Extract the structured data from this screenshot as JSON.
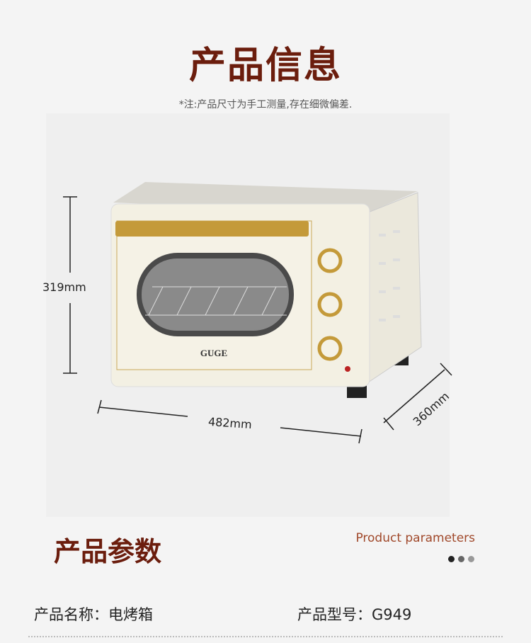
{
  "header": {
    "title": "产品信息",
    "note": "*注:产品尺寸为手工测量,存在细微偏差."
  },
  "product": {
    "brand": "GUGE",
    "height": "319mm",
    "width": "482mm",
    "depth": "360mm"
  },
  "params": {
    "title": "产品参数",
    "subtitle": "Product parameters",
    "dots": [
      "#222222",
      "#666666",
      "#999999"
    ],
    "name_label": "产品名称：电烤箱",
    "model_label": "产品型号：G949"
  }
}
